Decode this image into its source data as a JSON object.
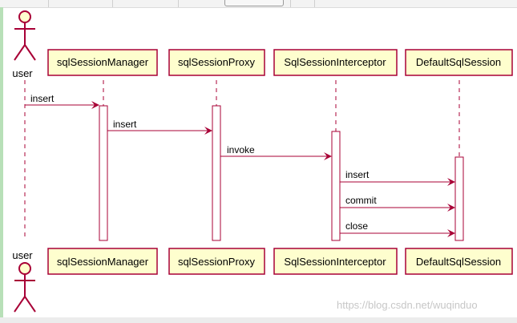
{
  "diagram": {
    "actor": "user",
    "participants": [
      "sqlSessionManager",
      "sqlSessionProxy",
      "SqlSessionInterceptor",
      "DefaultSqlSession"
    ],
    "messages": [
      {
        "from": "user",
        "to": "sqlSessionManager",
        "label": "insert"
      },
      {
        "from": "sqlSessionManager",
        "to": "sqlSessionProxy",
        "label": "insert"
      },
      {
        "from": "sqlSessionProxy",
        "to": "SqlSessionInterceptor",
        "label": "invoke"
      },
      {
        "from": "SqlSessionInterceptor",
        "to": "DefaultSqlSession",
        "label": "insert"
      },
      {
        "from": "SqlSessionInterceptor",
        "to": "DefaultSqlSession",
        "label": "commit"
      },
      {
        "from": "SqlSessionInterceptor",
        "to": "DefaultSqlSession",
        "label": "close"
      }
    ]
  },
  "watermark": "https://blog.csdn.net/wuqinduo",
  "colors": {
    "box_fill": "#FEFECE",
    "box_border": "#A80036",
    "arrow": "#A80036",
    "lifeline": "#A80036"
  }
}
